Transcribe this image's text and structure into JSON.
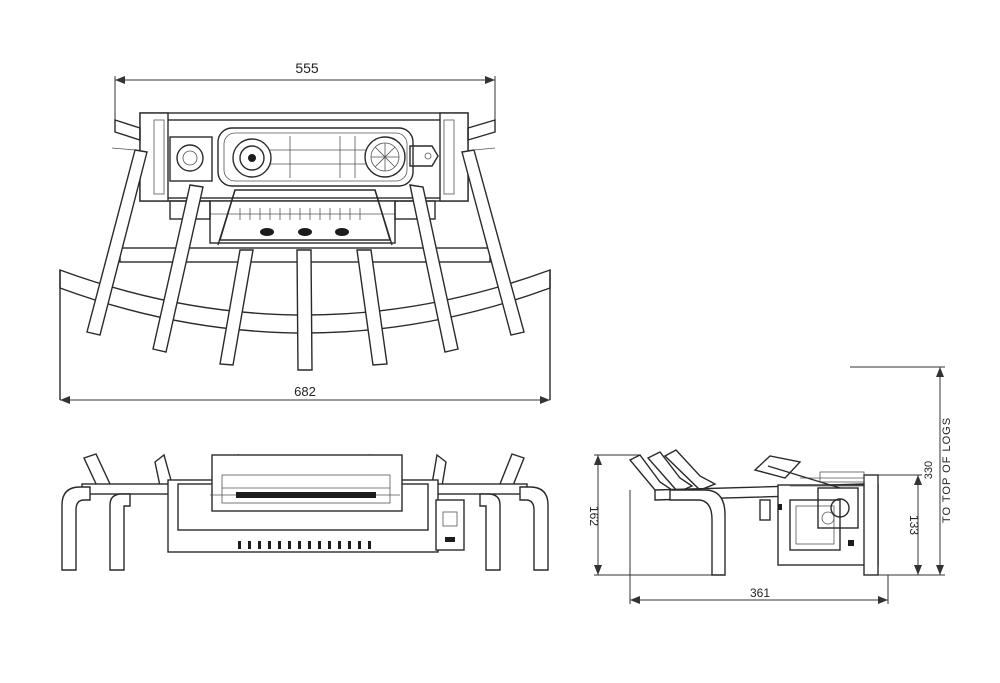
{
  "drawing": {
    "views": {
      "top": {
        "dimensions": {
          "width_top": "555",
          "width_overall": "682"
        }
      },
      "front": {},
      "side": {
        "dimensions": {
          "height_162": "162",
          "depth": "361",
          "height_133": "133",
          "height_330": "330",
          "top_of_logs_label": "TO TOP OF LOGS"
        }
      }
    },
    "colors": {
      "line": "#2a2a2a",
      "background": "#ffffff"
    }
  }
}
